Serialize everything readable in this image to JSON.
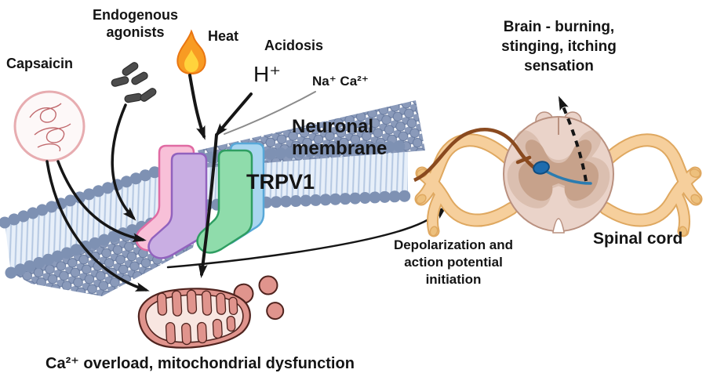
{
  "diagram": {
    "stimuli": {
      "capsaicin": "Capsaicin",
      "endogenous": [
        "Endogenous",
        "agonists"
      ],
      "heat": "Heat",
      "acidosis": "Acidosis",
      "proton": "H⁺",
      "ions": "Na⁺ Ca²⁺"
    },
    "membrane": {
      "label": [
        "Neuronal",
        "membrane"
      ]
    },
    "receptor": {
      "label": "TRPV1"
    },
    "outcomes": {
      "brain": [
        "Brain - burning,",
        "stinging, itching",
        "sensation"
      ],
      "depolarization": [
        "Depolarization and",
        "action potential",
        "initiation"
      ],
      "spinal_cord": "Spinal cord",
      "ca_overload": "Ca²⁺ overload, mitochondrial dysfunction"
    },
    "colors": {
      "membrane_head": "#8a9aba",
      "membrane_head_stroke": "#66799e",
      "membrane_tail_bg": "#e7eff9",
      "membrane_tail_line": "#b5c8e2",
      "channel_pink": "#f8c0d8",
      "channel_purple": "#c9aee3",
      "channel_blue": "#a9d6f0",
      "channel_green": "#8fdcab",
      "flame_orange": "#f89b23",
      "flame_yellow": "#ffd33c",
      "bacteria_gray": "#4c4c4c",
      "mitochondria_outer": "#e0948d",
      "mitochondria_inner": "#f8e6e1",
      "spinal_tan": "#f6cf9c",
      "cord_body": "#ead3c9",
      "gray_matter": "#c7a28b",
      "nerve_brown": "#8a4a1f",
      "neuron_blue": "#1e6cae",
      "arrow_black": "#161616"
    }
  }
}
